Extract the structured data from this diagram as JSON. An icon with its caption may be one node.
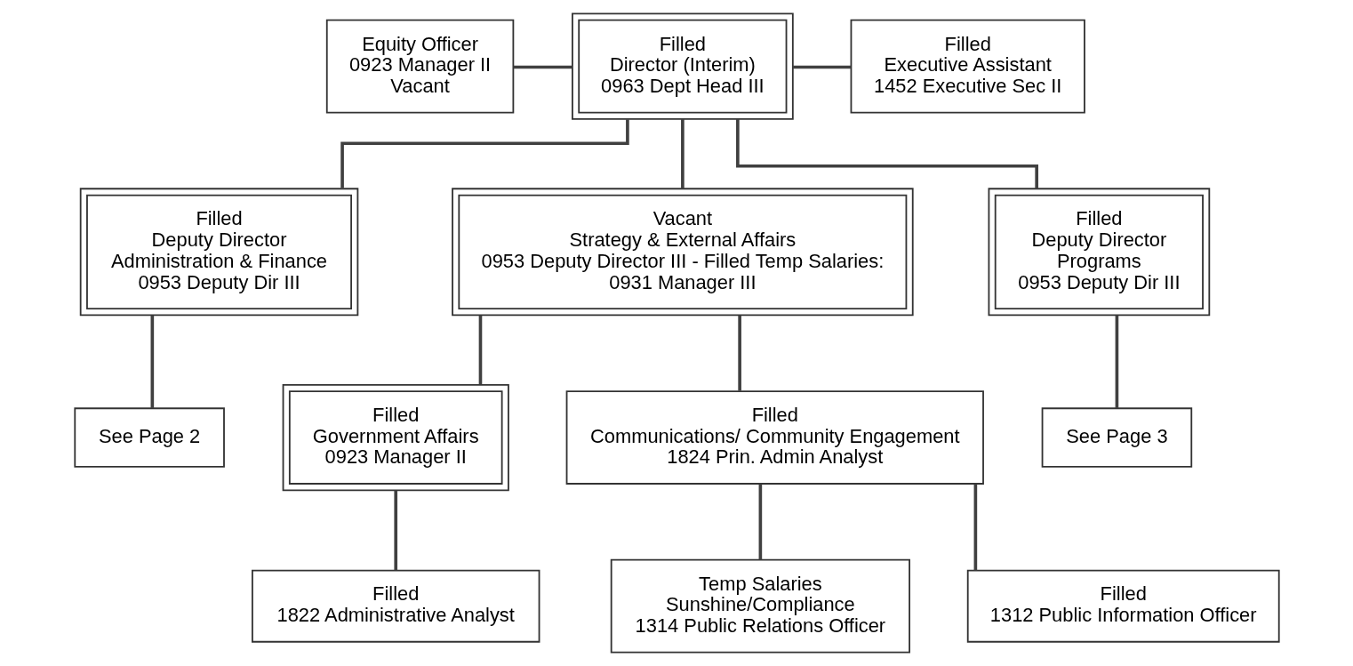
{
  "diagram": {
    "nodes": [
      {
        "text": [
          "Equity Officer",
          "0923 Manager II",
          "Vacant"
        ]
      },
      {
        "text": [
          "Filled",
          "Director (Interim)",
          "0963 Dept Head III"
        ]
      },
      {
        "text": [
          "Filled",
          "Executive Assistant",
          "1452 Executive Sec II"
        ]
      },
      {
        "text": [
          "Filled",
          "Deputy Director",
          "Administration & Finance",
          "0953 Deputy Dir III"
        ]
      },
      {
        "text": [
          "Vacant",
          "Strategy & External Affairs",
          "0953 Deputy Director III - Filled Temp Salaries:",
          "0931 Manager III"
        ]
      },
      {
        "text": [
          "Filled",
          "Government Affairs",
          "0923 Manager II"
        ]
      },
      {
        "text": [
          "Filled",
          "Deputy Director",
          "Programs",
          "0953 Deputy Dir III"
        ]
      },
      {
        "text": [
          "See Page 2"
        ]
      },
      {
        "text": [
          "Filled",
          "Communications/ Community Engagement",
          "1824 Prin. Admin Analyst"
        ]
      },
      {
        "text": [
          "Filled",
          "1822 Administrative Analyst"
        ]
      },
      {
        "text": [
          "See Page 3"
        ]
      },
      {
        "text": [
          "Temp Salaries",
          "Sunshine/Compliance",
          "1314 Public Relations Officer"
        ]
      },
      {
        "text": [
          "Filled",
          "1312 Public Information Officer"
        ]
      }
    ],
    "edges": [
      {
        "from": 0,
        "to": 1,
        "arrow": "none"
      },
      {
        "from": 1,
        "to": 2,
        "arrow": "none"
      },
      {
        "from": 1,
        "to": 3,
        "arrow": "none"
      },
      {
        "from": 1,
        "to": 4,
        "arrow": "none"
      },
      {
        "from": 1,
        "to": 6,
        "arrow": "none"
      },
      {
        "from": 3,
        "to": 7,
        "arrow": "none"
      },
      {
        "from": 4,
        "to": 8,
        "arrow": "none"
      },
      {
        "from": 4,
        "to": 5,
        "arrow": "none"
      },
      {
        "from": 6,
        "to": 10,
        "arrow": "none"
      },
      {
        "from": 5,
        "to": 9,
        "arrow": "none"
      },
      {
        "from": 8,
        "to": 11,
        "arrow": "none"
      },
      {
        "from": 8,
        "to": 12,
        "arrow": "none"
      }
    ]
  }
}
